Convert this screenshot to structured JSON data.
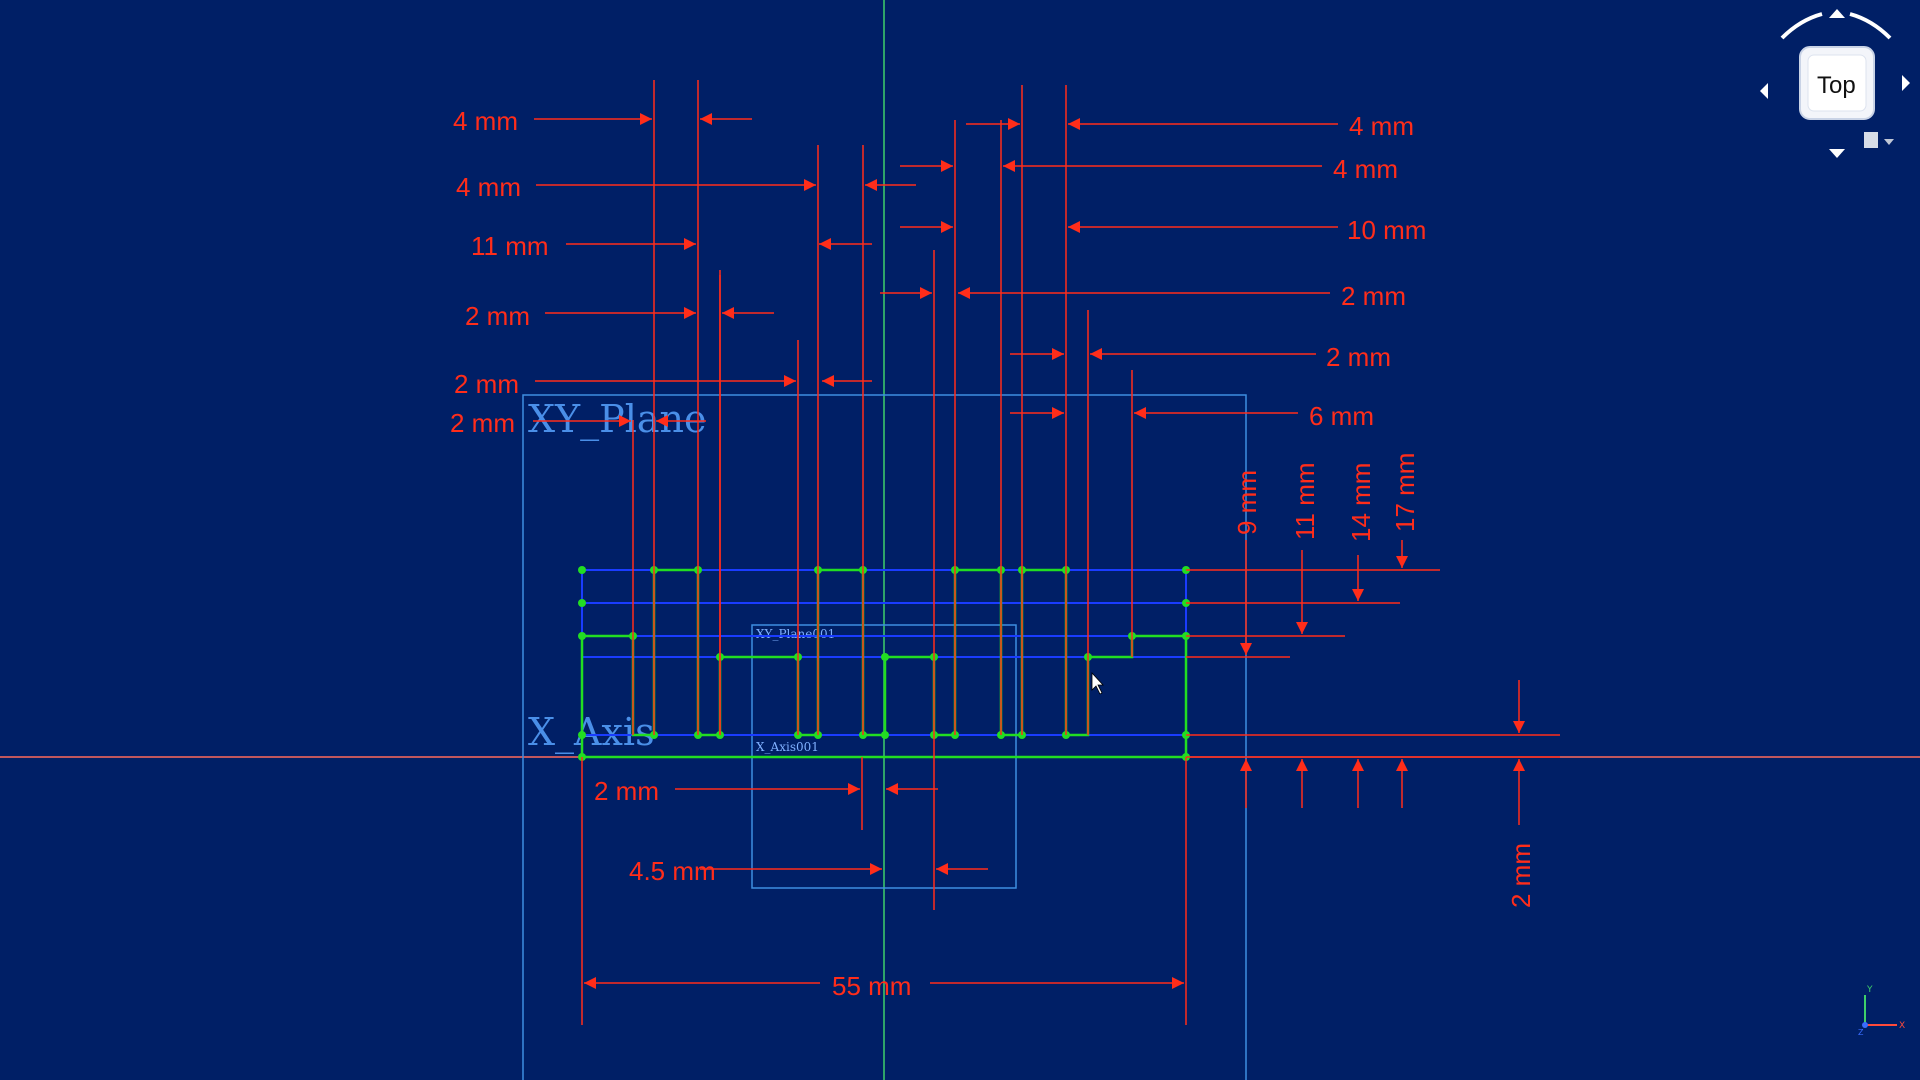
{
  "app": {
    "view": "Top"
  },
  "colors": {
    "background": "#001f66",
    "dimension": "#ff2d1a",
    "geometry": "#22dd22",
    "construction": "#1a3cff",
    "plane_outline": "#3d8ee0",
    "y_axis": "#3ecf6a",
    "x_axis": "#ff6a5a"
  },
  "planes": {
    "xy_plane_label": "XY_Plane",
    "xy_plane001_label": "XY_Plane001",
    "x_axis_label": "X_Axis",
    "x_axis001_label": "X_Axis001"
  },
  "navcube": {
    "face_label": "Top"
  },
  "dimensions": {
    "left": [
      {
        "label": "4 mm"
      },
      {
        "label": "4 mm"
      },
      {
        "label": "11 mm"
      },
      {
        "label": "2 mm"
      },
      {
        "label": "2 mm"
      },
      {
        "label": "2 mm"
      }
    ],
    "right": [
      {
        "label": "4 mm"
      },
      {
        "label": "4 mm"
      },
      {
        "label": "10 mm"
      },
      {
        "label": "2 mm"
      },
      {
        "label": "2 mm"
      },
      {
        "label": "6 mm"
      }
    ],
    "vertical": [
      {
        "label": "9 mm"
      },
      {
        "label": "11 mm"
      },
      {
        "label": "14 mm"
      },
      {
        "label": "17 mm"
      },
      {
        "label": "2 mm"
      }
    ],
    "bottom": [
      {
        "label": "2 mm"
      },
      {
        "label": "4.5 mm"
      },
      {
        "label": "55 mm"
      }
    ]
  },
  "axis_indicator": {
    "x": "X",
    "y": "Y",
    "z": "Z"
  }
}
